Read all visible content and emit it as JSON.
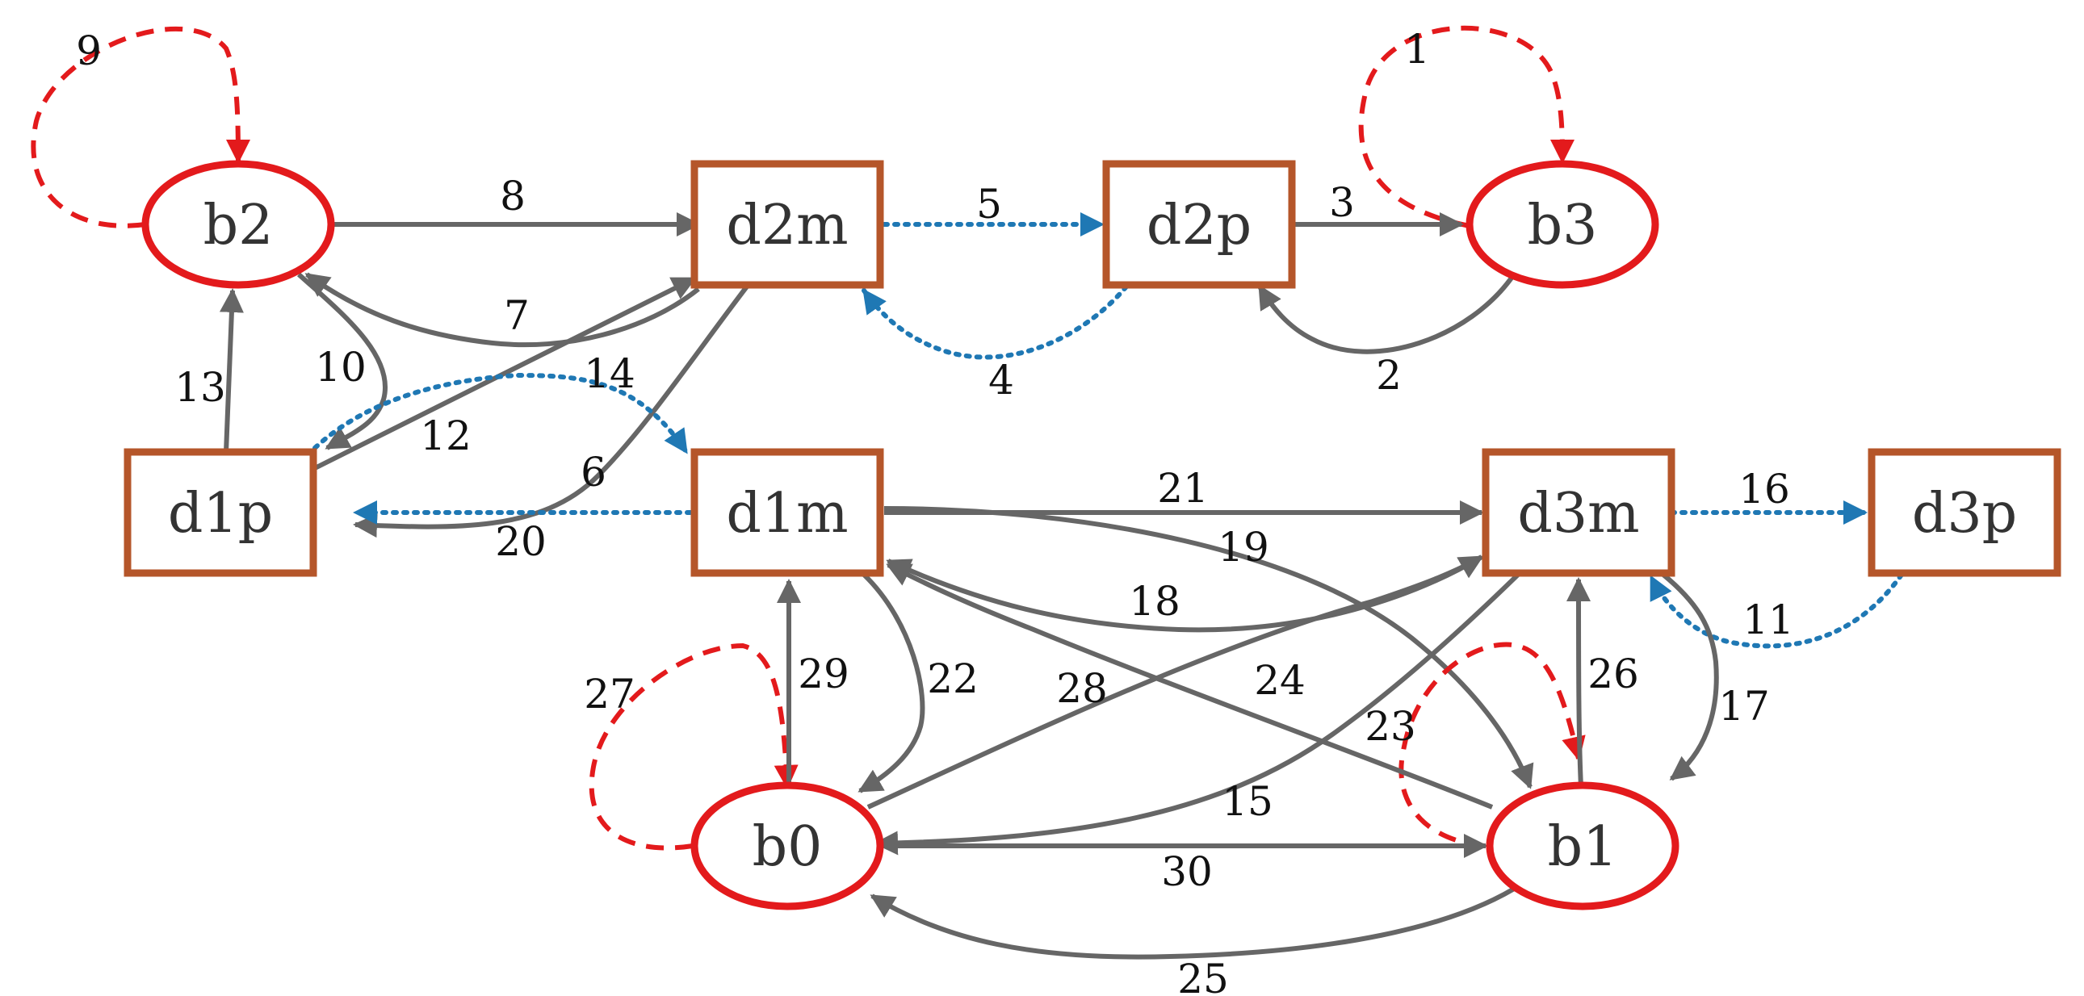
{
  "colors": {
    "control": "#e31a1c",
    "data": "#666666",
    "dotted": "#1f78b4",
    "box": "#b5562a",
    "text": "#333333"
  },
  "nodes": [
    {
      "id": "b2",
      "label": "b2",
      "shape": "ellipse"
    },
    {
      "id": "d2m",
      "label": "d2m",
      "shape": "box"
    },
    {
      "id": "d2p",
      "label": "d2p",
      "shape": "box"
    },
    {
      "id": "b3",
      "label": "b3",
      "shape": "ellipse"
    },
    {
      "id": "d1p",
      "label": "d1p",
      "shape": "box"
    },
    {
      "id": "d1m",
      "label": "d1m",
      "shape": "box"
    },
    {
      "id": "d3m",
      "label": "d3m",
      "shape": "box"
    },
    {
      "id": "d3p",
      "label": "d3p",
      "shape": "box"
    },
    {
      "id": "b0",
      "label": "b0",
      "shape": "ellipse"
    },
    {
      "id": "b1",
      "label": "b1",
      "shape": "ellipse"
    }
  ],
  "edges": [
    {
      "id": "e1",
      "label": "1",
      "source": "b3",
      "target": "b3",
      "style": "dashed"
    },
    {
      "id": "e2",
      "label": "2",
      "source": "b3",
      "target": "d2p",
      "style": "solid"
    },
    {
      "id": "e3",
      "label": "3",
      "source": "d2p",
      "target": "b3",
      "style": "solid"
    },
    {
      "id": "e4",
      "label": "4",
      "source": "d2p",
      "target": "d2m",
      "style": "dotted"
    },
    {
      "id": "e5",
      "label": "5",
      "source": "d2m",
      "target": "d2p",
      "style": "dotted"
    },
    {
      "id": "e6",
      "label": "6",
      "source": "d2m",
      "target": "d1p",
      "style": "solid"
    },
    {
      "id": "e7",
      "label": "7",
      "source": "d2m",
      "target": "b2",
      "style": "solid"
    },
    {
      "id": "e8",
      "label": "8",
      "source": "b2",
      "target": "d2m",
      "style": "solid"
    },
    {
      "id": "e9",
      "label": "9",
      "source": "b2",
      "target": "b2",
      "style": "dashed"
    },
    {
      "id": "e10",
      "label": "10",
      "source": "b2",
      "target": "d1p",
      "style": "solid"
    },
    {
      "id": "e11",
      "label": "11",
      "source": "d3p",
      "target": "d3m",
      "style": "dotted"
    },
    {
      "id": "e12",
      "label": "12",
      "source": "d1p",
      "target": "d2m",
      "style": "solid"
    },
    {
      "id": "e13",
      "label": "13",
      "source": "d1p",
      "target": "b2",
      "style": "solid"
    },
    {
      "id": "e14",
      "label": "14",
      "source": "d1p",
      "target": "d1m",
      "style": "dotted"
    },
    {
      "id": "e15",
      "label": "15",
      "source": "d3m",
      "target": "b0",
      "style": "solid"
    },
    {
      "id": "e16",
      "label": "16",
      "source": "d3m",
      "target": "d3p",
      "style": "dotted"
    },
    {
      "id": "e17",
      "label": "17",
      "source": "d3m",
      "target": "b1",
      "style": "solid"
    },
    {
      "id": "e18",
      "label": "18",
      "source": "d3m",
      "target": "d1m",
      "style": "solid"
    },
    {
      "id": "e19",
      "label": "19",
      "source": "d1m",
      "target": "b1",
      "style": "solid"
    },
    {
      "id": "e20",
      "label": "20",
      "source": "d1m",
      "target": "d1p",
      "style": "dotted"
    },
    {
      "id": "e21",
      "label": "21",
      "source": "d1m",
      "target": "d3m",
      "style": "solid"
    },
    {
      "id": "e22",
      "label": "22",
      "source": "d1m",
      "target": "b0",
      "style": "solid"
    },
    {
      "id": "e23",
      "label": "23",
      "source": "b1",
      "target": "b1",
      "style": "dashed"
    },
    {
      "id": "e24",
      "label": "24",
      "source": "b1",
      "target": "d1m",
      "style": "solid"
    },
    {
      "id": "e25",
      "label": "25",
      "source": "b1",
      "target": "b0",
      "style": "solid"
    },
    {
      "id": "e26",
      "label": "26",
      "source": "b1",
      "target": "d3m",
      "style": "solid"
    },
    {
      "id": "e27",
      "label": "27",
      "source": "b0",
      "target": "b0",
      "style": "dashed"
    },
    {
      "id": "e28",
      "label": "28",
      "source": "b0",
      "target": "d3m",
      "style": "solid"
    },
    {
      "id": "e29",
      "label": "29",
      "source": "b0",
      "target": "d1m",
      "style": "solid"
    },
    {
      "id": "e30",
      "label": "30",
      "source": "b0",
      "target": "b1",
      "style": "solid"
    }
  ]
}
